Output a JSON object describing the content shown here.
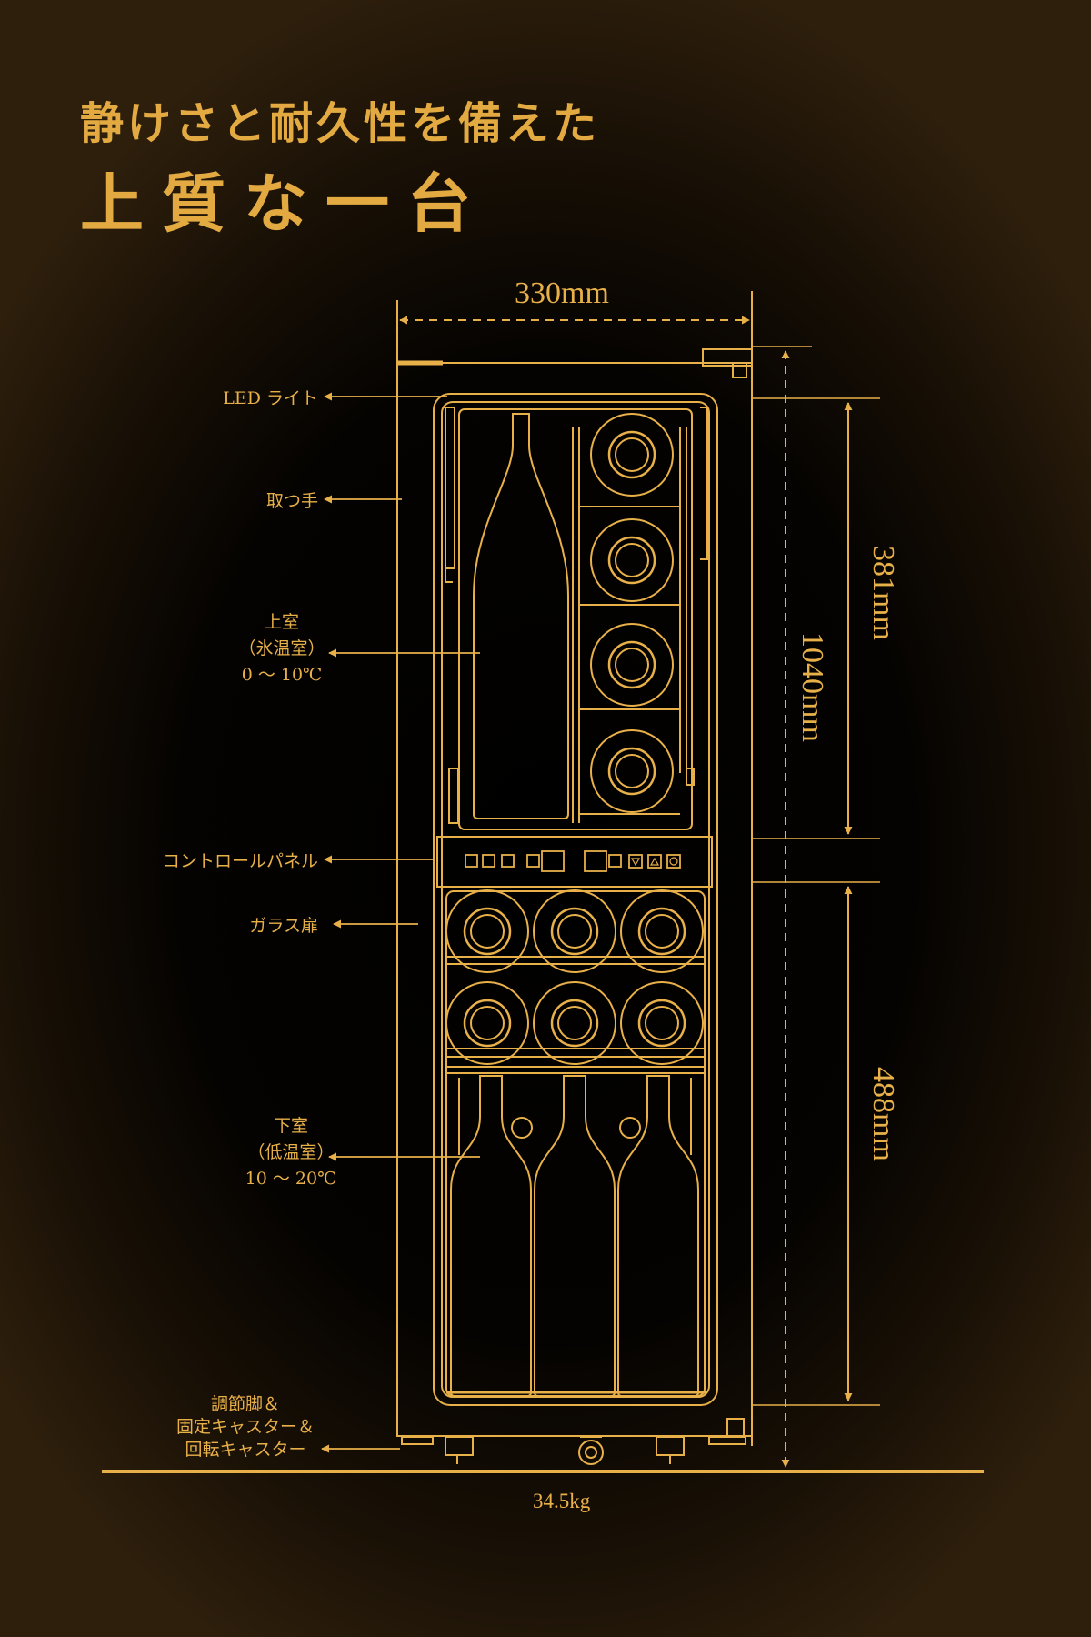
{
  "headline": {
    "line1": "静けさと耐久性を備えた",
    "line2": "上質な一台"
  },
  "dimensions": {
    "width": "330mm",
    "upper_height": "381mm",
    "total_height": "1040mm",
    "lower_height": "488mm",
    "weight": "34.5kg"
  },
  "callouts": {
    "led_light": "LED ライト",
    "handle": "取つ手",
    "upper_chamber": {
      "name": "上室",
      "type": "（氷温室）",
      "range": "0 ～ 10℃"
    },
    "control_panel": "コントロールパネル",
    "glass_door": "ガラス扉",
    "lower_chamber": {
      "name": "下室",
      "type": "（低温室）",
      "range": "10 ～ 20℃"
    },
    "feet": {
      "line1": "調節脚＆",
      "line2": "固定キャスター＆",
      "line3": "回転キャスター"
    }
  },
  "colors": {
    "gold": "#e8b049",
    "background": "#000000",
    "vignette": "#2e1f0c"
  }
}
